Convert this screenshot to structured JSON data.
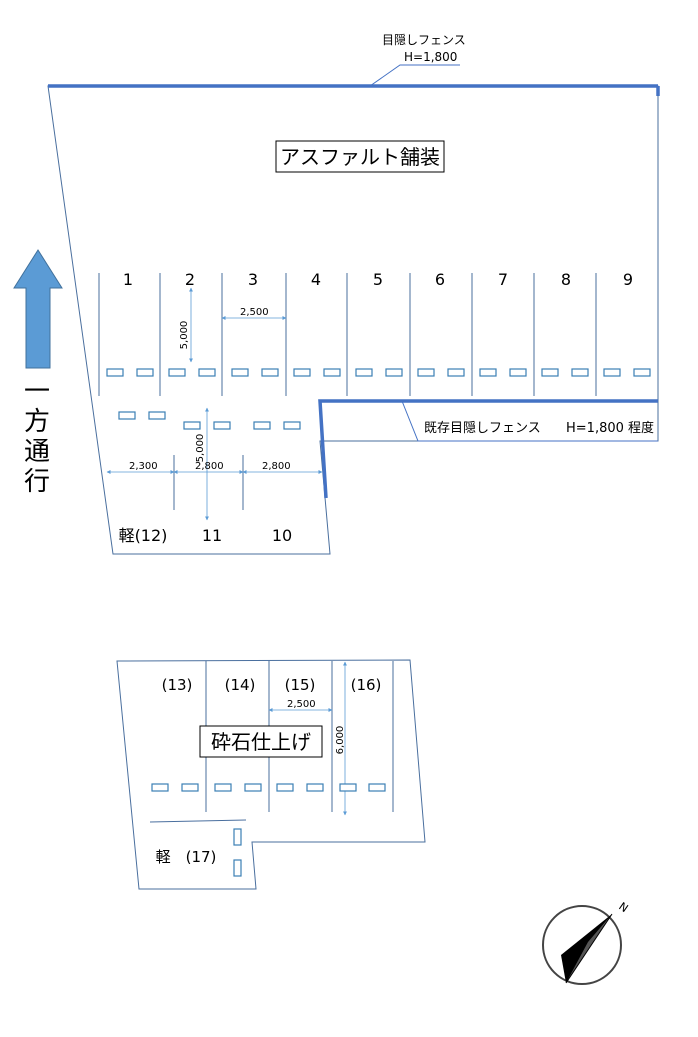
{
  "fences": {
    "new_fence_name": "目隠しフェンス",
    "new_fence_height": "H=1,800",
    "existing_fence_name": "既存目隠しフェンス",
    "existing_fence_height": "H=1,800 程度"
  },
  "surfaces": {
    "upper": "アスファルト舗装",
    "lower": "砕石仕上げ"
  },
  "traffic": {
    "direction_chars": [
      "一",
      "方",
      "通",
      "行"
    ]
  },
  "upper_spaces": [
    "1",
    "2",
    "3",
    "4",
    "5",
    "6",
    "7",
    "8",
    "9"
  ],
  "middle_spaces": [
    "軽(12)",
    "11",
    "10"
  ],
  "lower_spaces": [
    "(13)",
    "(14)",
    "(15)",
    "(16)"
  ],
  "lower_small": "軽　(17)",
  "dimensions": {
    "upper_width": "2,500",
    "upper_depth": "5,000",
    "middle_depth": "5,000",
    "middle_width_a": "2,300",
    "middle_width_b": "2,800",
    "middle_width_c": "2,800",
    "lower_width": "2,500",
    "lower_depth": "6,000"
  },
  "compass": {
    "north_label": "N"
  },
  "colors": {
    "fence": "#4472c4",
    "arrow": "#5b9bd5",
    "lot_outline": "#4a6f9e"
  },
  "icons": {
    "traffic_arrow": "up-arrow-icon",
    "compass": "compass-icon"
  }
}
